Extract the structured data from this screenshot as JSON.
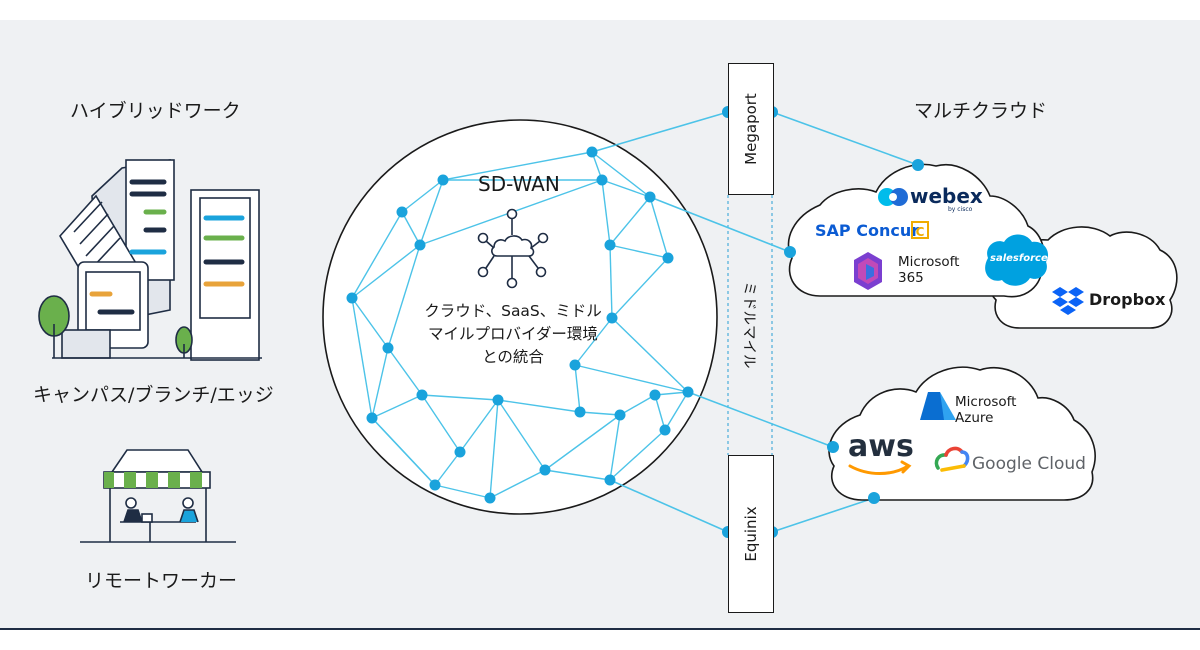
{
  "labels": {
    "hybrid_work": "ハイブリッドワーク",
    "campus_branch_edge": "キャンパス/ブランチ/エッジ",
    "remote_worker": "リモートワーカー",
    "multicloud": "マルチクラウド",
    "sdwan": "SD-WAN",
    "sdwan_desc_line1": "クラウド、SaaS、ミドル",
    "sdwan_desc_line2": "マイルプロバイダー環境",
    "sdwan_desc_line3": "との統合",
    "middle_mile": "ミドルマイル",
    "megaport": "Megaport",
    "equinix": "Equinix"
  },
  "saas_logos": {
    "webex": "webex",
    "webex_by": "by cisco",
    "sap_concur": "SAP Concur",
    "sap_concur_mark": "C",
    "microsoft": "Microsoft",
    "m365": "365",
    "salesforce": "salesforce",
    "dropbox": "Dropbox"
  },
  "cloud_logos": {
    "microsoft_azure_line1": "Microsoft",
    "microsoft_azure_line2": "Azure",
    "aws": "aws",
    "google_cloud": "Google Cloud"
  },
  "colors": {
    "mesh": "#4cc3e8",
    "node": "#1aa3dc",
    "dark_navy": "#1f2d44",
    "panel_bg": "#eff1f3"
  }
}
